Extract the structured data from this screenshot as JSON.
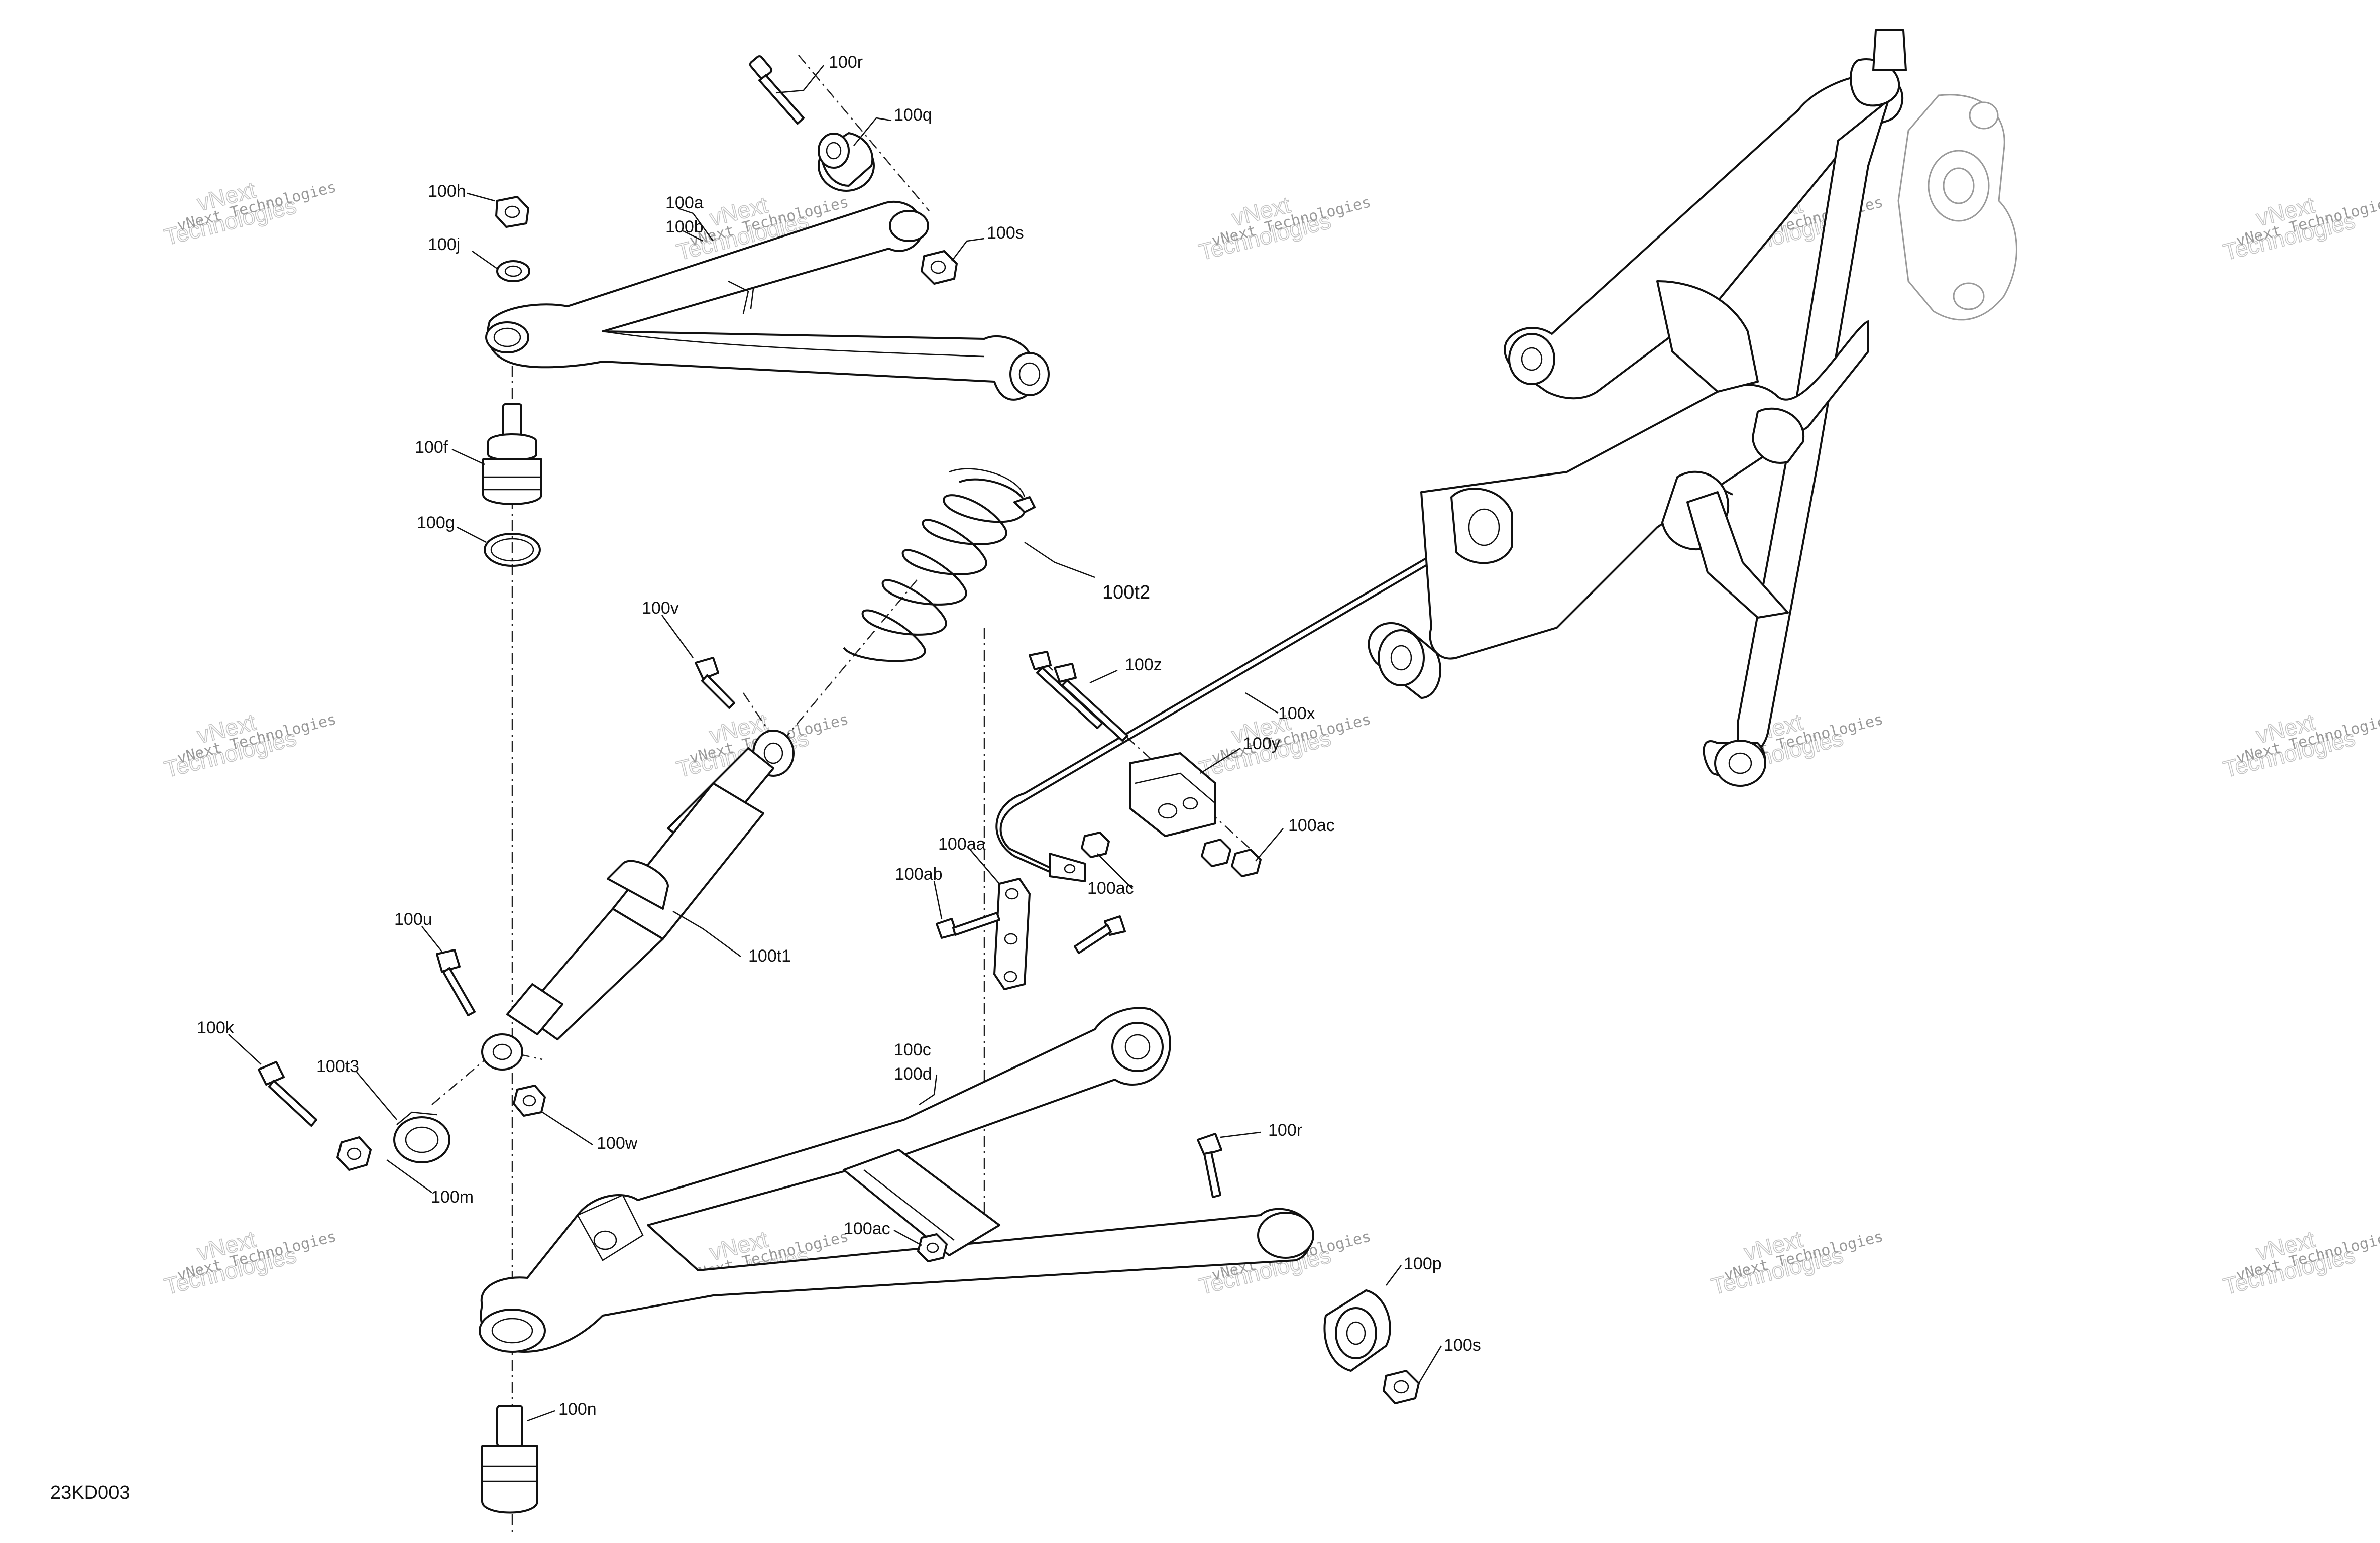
{
  "drawing_code": "23KD003",
  "watermark": {
    "line1": "vNext Technologies",
    "line2": "vNext",
    "line3": "Technologies"
  },
  "callouts": {
    "c100r_top": "100r",
    "c100q": "100q",
    "c100s_top": "100s",
    "c100h": "100h",
    "c100j": "100j",
    "c100a": "100a",
    "c100b": "100b",
    "c100f": "100f",
    "c100g": "100g",
    "c100t2": "100t2",
    "c100v": "100v",
    "c100z": "100z",
    "c100x": "100x",
    "c100y": "100y",
    "c100ac_right": "100ac",
    "c100ac_mid": "100ac",
    "c100aa": "100aa",
    "c100ab": "100ab",
    "c100t1": "100t1",
    "c100u": "100u",
    "c100k": "100k",
    "c100t3": "100t3",
    "c100w": "100w",
    "c100m": "100m",
    "c100c": "100c",
    "c100d": "100d",
    "c100r_bottom": "100r",
    "c100ac_bottom": "100ac",
    "c100p": "100p",
    "c100s_bottom": "100s",
    "c100n": "100n"
  }
}
